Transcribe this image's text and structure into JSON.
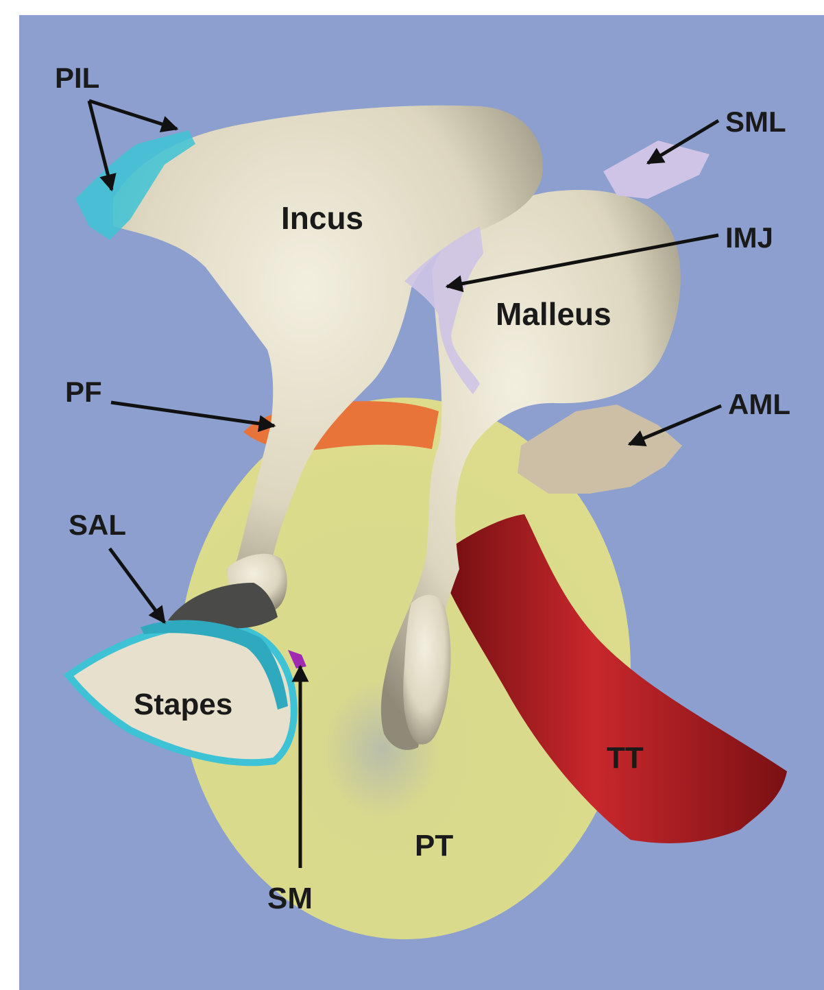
{
  "colors": {
    "background": "#8c9fcf",
    "bone": "#e6e0cc",
    "tympanic_membrane": "#d9d98a",
    "pars_flaccida": "#e8743a",
    "tensor_tympani": "#b01e22",
    "ligament_cyan": "#3ec3d6",
    "ligament_lavender": "#cfc4e6",
    "anterior_ligament": "#cdbfa6",
    "stapedius": "#a02bb0",
    "text": "#1a1a1a"
  },
  "labels": {
    "pil": "PIL",
    "sml": "SML",
    "incus": "Incus",
    "imj": "IMJ",
    "malleus": "Malleus",
    "pf": "PF",
    "aml": "AML",
    "sal": "SAL",
    "stapes": "Stapes",
    "tt": "TT",
    "pt": "PT",
    "sm": "SM"
  }
}
